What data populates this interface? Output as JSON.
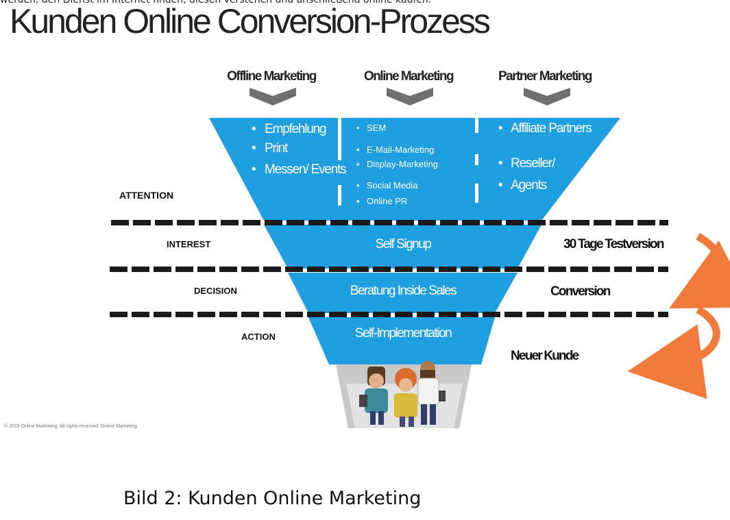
{
  "top_text": "werden, den Dienst im Internet finden, diesen verstehen und anschließend online kaufen.",
  "title": "Kunden Online Conversion-Prozess",
  "columns": [
    {
      "heading": "Offline Marketing",
      "items": [
        "Empfehlung",
        "Print",
        "Messen/ Events"
      ]
    },
    {
      "heading": "Online Marketing",
      "items": [
        "SEM",
        "E-Mail-Marketing",
        "Display-Marketing",
        "Social Media",
        "Online PR"
      ]
    },
    {
      "heading": "Partner Marketing",
      "items": [
        "Affiliate Partners",
        "Reseller/",
        "Agents"
      ]
    }
  ],
  "stages": [
    {
      "label": "ATTENTION"
    },
    {
      "label": "INTEREST",
      "band": "Self Signup",
      "right": "30 Tage Testversion"
    },
    {
      "label": "DECISION",
      "band": "Beratung Inside Sales",
      "right": "Conversion"
    },
    {
      "label": "ACTION",
      "band": "Self-Implementation",
      "right": "Neuer Kunde"
    }
  ],
  "copyright": "© 2019 Online Marketing. All rights reserved. Online Marketing",
  "caption": "Bild 2: Kunden Online Marketing",
  "colors": {
    "funnel": "#1f9fe0",
    "arrow": "#f07a3c",
    "chevron": "#707070",
    "dash": "#1a1a1a"
  }
}
